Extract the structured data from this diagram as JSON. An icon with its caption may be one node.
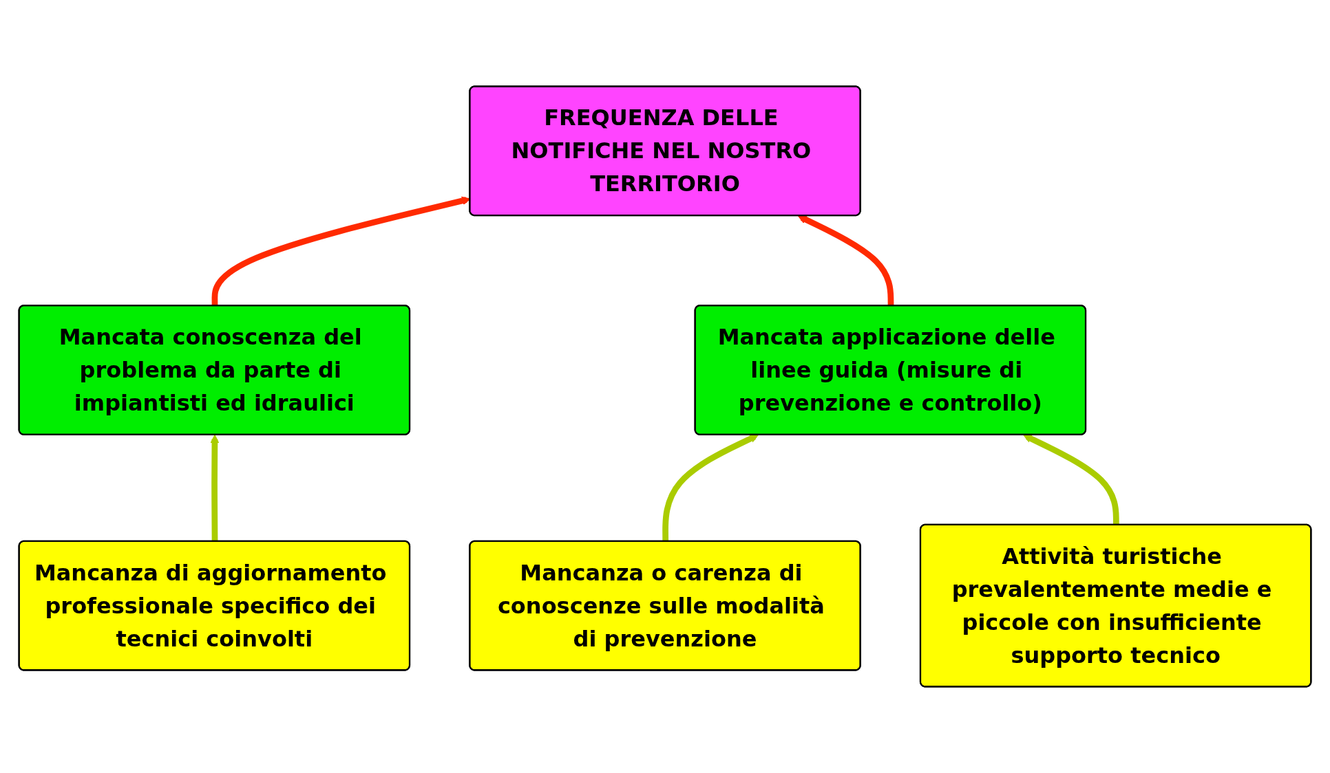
{
  "diagram": {
    "nodes": [
      {
        "text": [
          "FREQUENZA DELLE NOTIFICHE NEL NOSTRO TERRITORIO"
        ]
      },
      {
        "text": [
          "Mancata conoscenza del problema da parte di impiantisti ed idraulici"
        ]
      },
      {
        "text": [
          "Mancata applicazione delle linee guida (misure di prevenzione e controllo)"
        ]
      },
      {
        "text": [
          "Mancanza di aggiornamento professionale specifico dei tecnici coinvolti"
        ]
      },
      {
        "text": [
          "Mancanza o carenza di conoscenze sulle modalità di prevenzione"
        ]
      },
      {
        "text": [
          "Attività turistiche prevalentemente medie e piccole con insufficiente supporto tecnico"
        ]
      }
    ],
    "edges": [
      {
        "from": 1,
        "to": 0,
        "arrow": "to",
        "color": "#ff2a00"
      },
      {
        "from": 2,
        "to": 0,
        "arrow": "to",
        "color": "#ff2a00"
      },
      {
        "from": 3,
        "to": 1,
        "arrow": "to",
        "color": "#aacc00"
      },
      {
        "from": 4,
        "to": 2,
        "arrow": "to",
        "color": "#aacc00"
      },
      {
        "from": 5,
        "to": 2,
        "arrow": "to",
        "color": "#aacc00"
      }
    ]
  }
}
